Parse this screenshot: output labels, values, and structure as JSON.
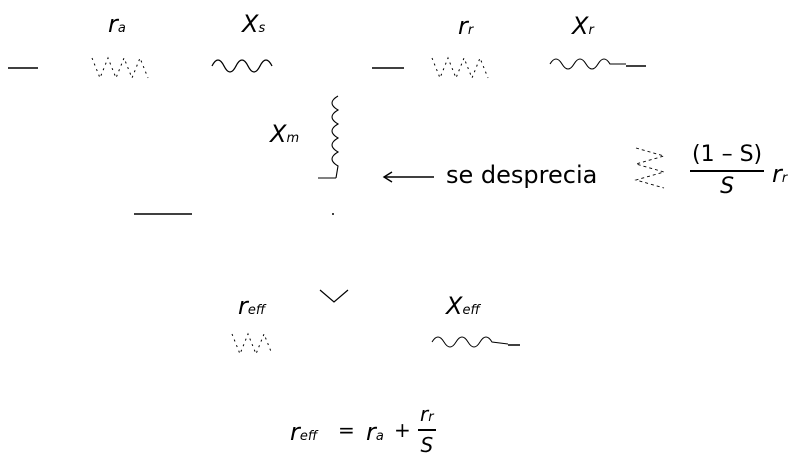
{
  "circuit": {
    "stator_resistance": {
      "sym": "r",
      "sub": "a"
    },
    "stator_reactance": {
      "sym": "X",
      "sub": "s"
    },
    "rotor_resistance": {
      "sym": "r",
      "sub": "r"
    },
    "rotor_reactance": {
      "sym": "X",
      "sub": "r"
    },
    "magnetizing_reactance": {
      "sym": "X",
      "sub": "m"
    },
    "arrow_text": "se desprecia",
    "load_resistance": {
      "num": "(1 – S)",
      "den": "S",
      "sym": "r",
      "sub": "r"
    }
  },
  "equivalent": {
    "resistance": {
      "sym": "r",
      "sub": "eff"
    },
    "reactance": {
      "sym": "X",
      "sub": "eff"
    }
  },
  "formula": {
    "lhs_sym": "r",
    "lhs_sub": "eff",
    "eq": "=",
    "ra_sym": "r",
    "ra_sub": "a",
    "plus": "+",
    "frac_num_sym": "r",
    "frac_num_sub": "r",
    "frac_den": "S"
  },
  "colors": {
    "ink": "#000000",
    "background": "#ffffff"
  }
}
